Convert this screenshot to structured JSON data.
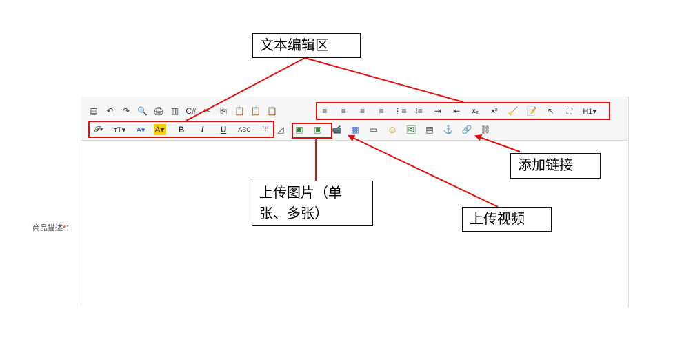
{
  "field": {
    "label": "商品描述",
    "required_mark": "*",
    "colon": "："
  },
  "toolbar": {
    "row1": [
      {
        "name": "source-icon",
        "glyph": "▤"
      },
      {
        "name": "undo-icon",
        "glyph": "↶"
      },
      {
        "name": "redo-icon",
        "glyph": "↷"
      },
      {
        "name": "preview-icon",
        "glyph": "🔍"
      },
      {
        "name": "print-icon",
        "glyph": "🖨"
      },
      {
        "name": "template-icon",
        "glyph": "▥"
      },
      {
        "name": "code-icon",
        "glyph": "C#"
      },
      {
        "name": "cut-icon",
        "glyph": "✂"
      },
      {
        "name": "copy-icon",
        "glyph": "⎘"
      },
      {
        "name": "paste-icon",
        "glyph": "📋"
      },
      {
        "name": "paste-text-icon",
        "glyph": "📋"
      },
      {
        "name": "paste-word-icon",
        "glyph": "📋"
      }
    ],
    "row1_text": [
      {
        "name": "align-left-icon",
        "glyph": "≡"
      },
      {
        "name": "align-center-icon",
        "glyph": "≡"
      },
      {
        "name": "align-right-icon",
        "glyph": "≡"
      },
      {
        "name": "align-justify-icon",
        "glyph": "≡"
      },
      {
        "name": "ordered-list-icon",
        "glyph": "⋮≡"
      },
      {
        "name": "unordered-list-icon",
        "glyph": "⁝≡"
      },
      {
        "name": "indent-icon",
        "glyph": "⇥"
      },
      {
        "name": "outdent-icon",
        "glyph": "⇤"
      },
      {
        "name": "subscript-icon",
        "glyph": "x₂"
      },
      {
        "name": "superscript-icon",
        "glyph": "x²"
      },
      {
        "name": "clear-format-icon",
        "glyph": "🧹"
      },
      {
        "name": "select-all-icon",
        "glyph": "📝"
      },
      {
        "name": "cursor-icon",
        "glyph": "↖"
      },
      {
        "name": "fullscreen-icon",
        "glyph": "⛶"
      },
      {
        "name": "heading-icon",
        "glyph": "H1▾"
      }
    ],
    "row2_text": [
      {
        "name": "font-family-icon",
        "glyph": "𝓕▾"
      },
      {
        "name": "font-size-icon",
        "glyph": "ᴛT▾"
      },
      {
        "name": "font-color-icon",
        "glyph": "A▾"
      },
      {
        "name": "highlight-color-icon",
        "glyph": "A▾"
      },
      {
        "name": "bold-icon",
        "glyph": "B"
      },
      {
        "name": "italic-icon",
        "glyph": "I"
      },
      {
        "name": "underline-icon",
        "glyph": "U"
      },
      {
        "name": "strikethrough-icon",
        "glyph": "ABC"
      },
      {
        "name": "line-height-icon",
        "glyph": "⁞⁞⁞"
      }
    ],
    "row2_rest": [
      {
        "name": "eraser-icon",
        "glyph": "◿"
      },
      {
        "name": "image-single-icon",
        "glyph": "▣"
      },
      {
        "name": "image-multi-icon",
        "glyph": "▣"
      },
      {
        "name": "video-icon",
        "glyph": "📹"
      },
      {
        "name": "table-icon",
        "glyph": "▦"
      },
      {
        "name": "insert-row-icon",
        "glyph": "▭"
      },
      {
        "name": "emoticon-icon",
        "glyph": "☺"
      },
      {
        "name": "image-icon",
        "glyph": "🖼"
      },
      {
        "name": "pagebreak-icon",
        "glyph": "▤"
      },
      {
        "name": "anchor-icon",
        "glyph": "⚓"
      },
      {
        "name": "link-icon",
        "glyph": "🔗"
      },
      {
        "name": "unlink-icon",
        "glyph": "⛓"
      }
    ]
  },
  "callouts": {
    "text_edit": "文本编辑区",
    "upload_image_line1": "上传图片（单",
    "upload_image_line2": "张、多张）",
    "upload_video": "上传视频",
    "add_link": "添加链接"
  },
  "colors": {
    "annotation": "#e01010",
    "highlight_bg": "#ffcc00",
    "toolbar_bg": "#f7f7f7"
  }
}
